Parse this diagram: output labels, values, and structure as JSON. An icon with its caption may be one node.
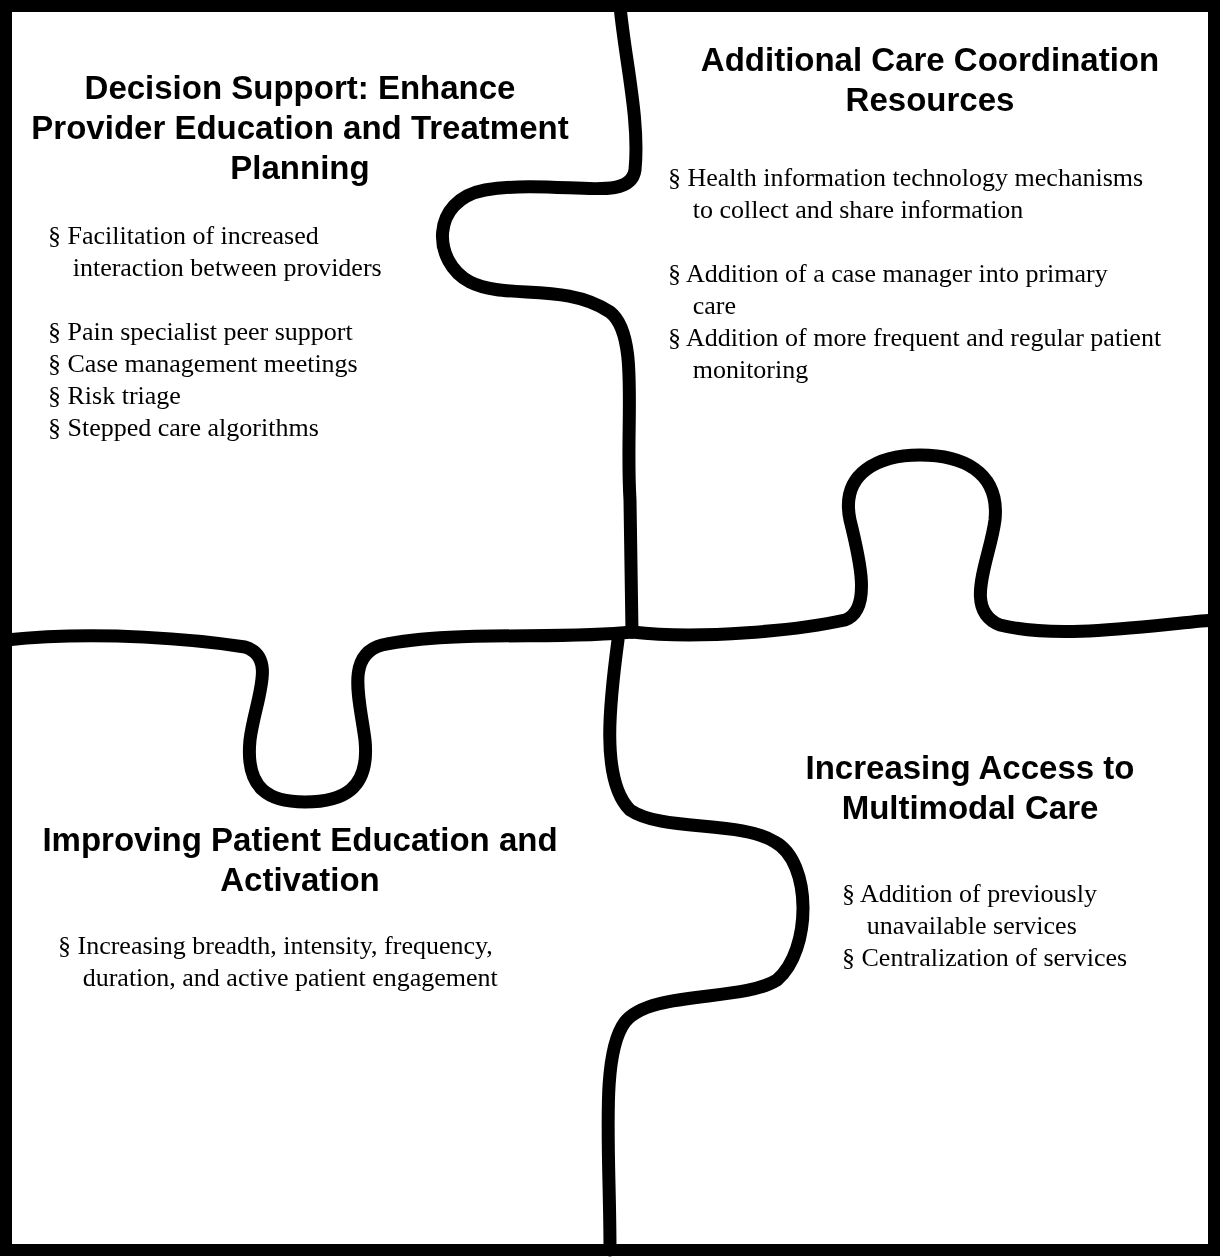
{
  "diagram": {
    "nodes": [
      {
        "text": [
          "Decision Support: Enhance Provider Education and Treatment Planning",
          "§ Facilitation of increased interaction between providers",
          "§ Pain specialist peer support",
          "§ Case management meetings",
          "§ Risk triage",
          "§ Stepped care algorithms"
        ]
      },
      {
        "text": [
          "Additional Care Coordination Resources",
          "§ Health information technology mechanisms to collect and share information",
          "§ Addition of a case manager into primary care",
          "§ Addition of more frequent and regular patient monitoring"
        ]
      },
      {
        "text": [
          "Improving Patient Education and Activation",
          "§ Increasing breadth, intensity, frequency, duration, and active patient engagement"
        ]
      },
      {
        "text": [
          "Increasing Access to Multimodal Care",
          "§ Addition of previously unavailable services",
          "§ Centralization of services"
        ]
      }
    ]
  }
}
